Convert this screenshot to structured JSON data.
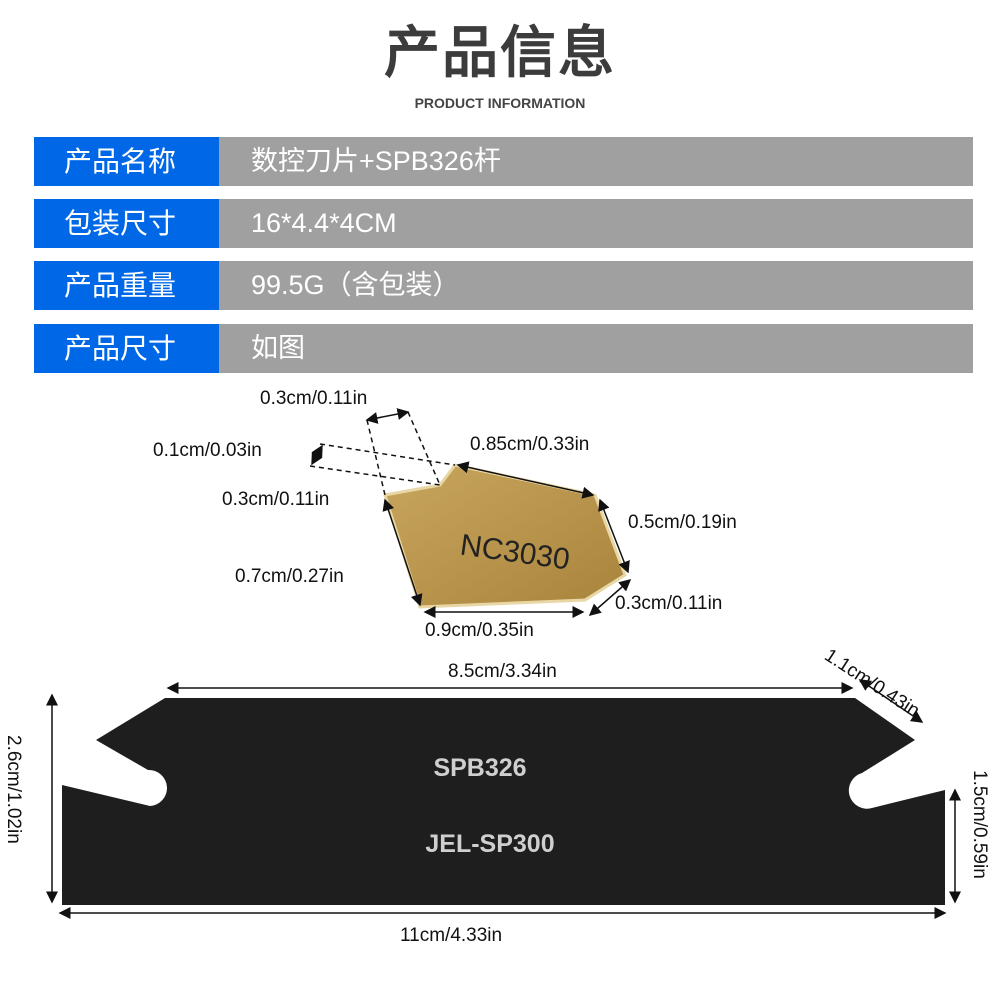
{
  "header": {
    "title": "产品信息",
    "subtitle": "PRODUCT INFORMATION"
  },
  "specs": [
    {
      "label": "产品名称",
      "value": "数控刀片+SPB326杆"
    },
    {
      "label": "包装尺寸",
      "value": "16*4.4*4CM"
    },
    {
      "label": "产品重量",
      "value": "99.5G（含包装）"
    },
    {
      "label": "产品尺寸",
      "value": "如图"
    }
  ],
  "insert": {
    "marking": "NC3030",
    "dims": {
      "top_width": "0.3cm/0.11in",
      "notch_depth": "0.1cm/0.03in",
      "left_upper": "0.3cm/0.11in",
      "top_edge": "0.85cm/0.33in",
      "right_edge": "0.5cm/0.19in",
      "left_edge": "0.7cm/0.27in",
      "bottom_right": "0.3cm/0.11in",
      "bottom": "0.9cm/0.35in"
    }
  },
  "blade": {
    "marking_1": "SPB326",
    "marking_2": "JEL-SP300",
    "dims": {
      "top_length": "8.5cm/3.34in",
      "bevel": "1.1cm/0.43in",
      "height": "2.6cm/1.02in",
      "right_height": "1.5cm/0.59in",
      "total_length": "11cm/4.33in"
    }
  },
  "colors": {
    "label_bg": "#0068e6",
    "value_bg": "#a0a0a0",
    "insert": "#b8954a",
    "blade": "#1e1e1e"
  }
}
